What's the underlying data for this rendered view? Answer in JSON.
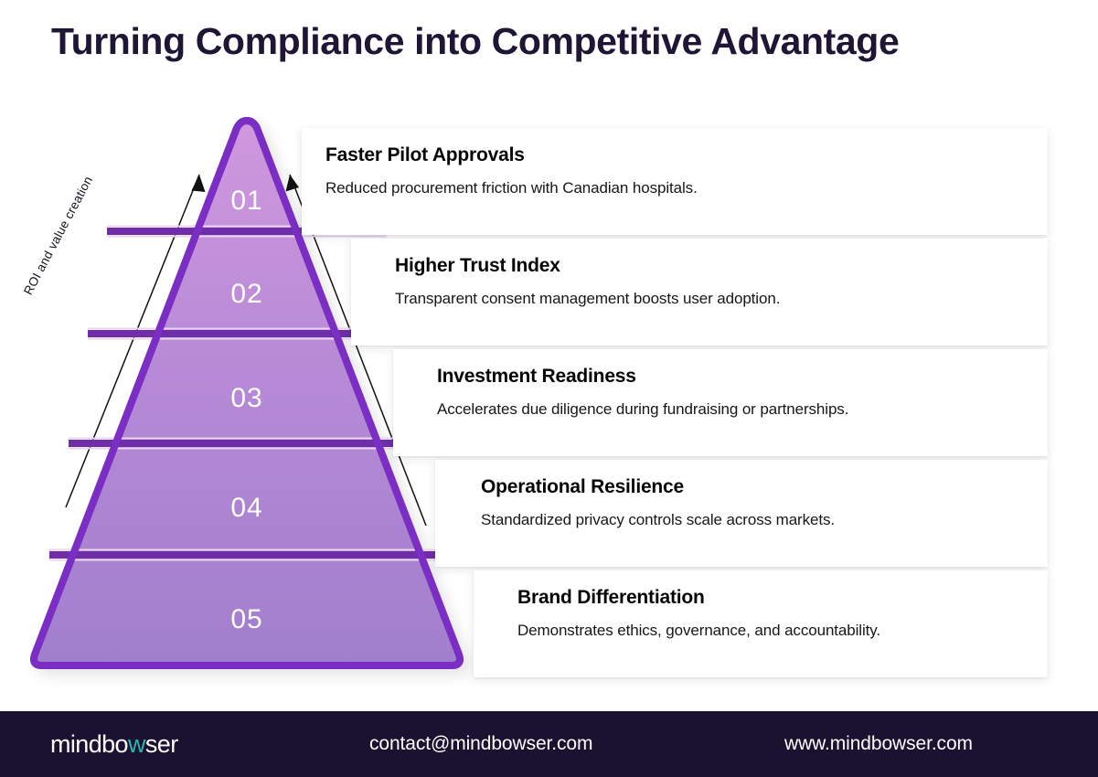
{
  "header": {
    "title": "Turning Compliance into Competitive Advantage"
  },
  "pyramid": {
    "axis_label": "ROI and value creation",
    "colors": {
      "tier_top_fill": "#cd92dc",
      "tier_bottom_fill": "#a481cd",
      "outline": "#7b2ec4",
      "divider": "#6f2da8",
      "number_text": "#ffffff"
    },
    "tiers": [
      {
        "number": "01"
      },
      {
        "number": "02"
      },
      {
        "number": "03"
      },
      {
        "number": "04"
      },
      {
        "number": "05"
      }
    ]
  },
  "cards": [
    {
      "number": "01",
      "title": "Faster Pilot Approvals",
      "description": "Reduced procurement friction with Canadian hospitals."
    },
    {
      "number": "02",
      "title": "Higher Trust Index",
      "description": "Transparent consent management boosts user adoption."
    },
    {
      "number": "03",
      "title": "Investment Readiness",
      "description": "Accelerates due diligence during fundraising or partnerships."
    },
    {
      "number": "04",
      "title": "Operational Resilience",
      "description": "Standardized privacy controls scale across markets."
    },
    {
      "number": "05",
      "title": "Brand Differentiation",
      "description": "Demonstrates ethics, governance, and accountability."
    }
  ],
  "footer": {
    "logo_part1": "mindbo",
    "logo_accent": "w",
    "logo_part2": "ser",
    "email": "contact@mindbowser.com",
    "website": "www.mindbowser.com",
    "background_color": "#1b1231",
    "accent_color": "#2bb3ae"
  }
}
